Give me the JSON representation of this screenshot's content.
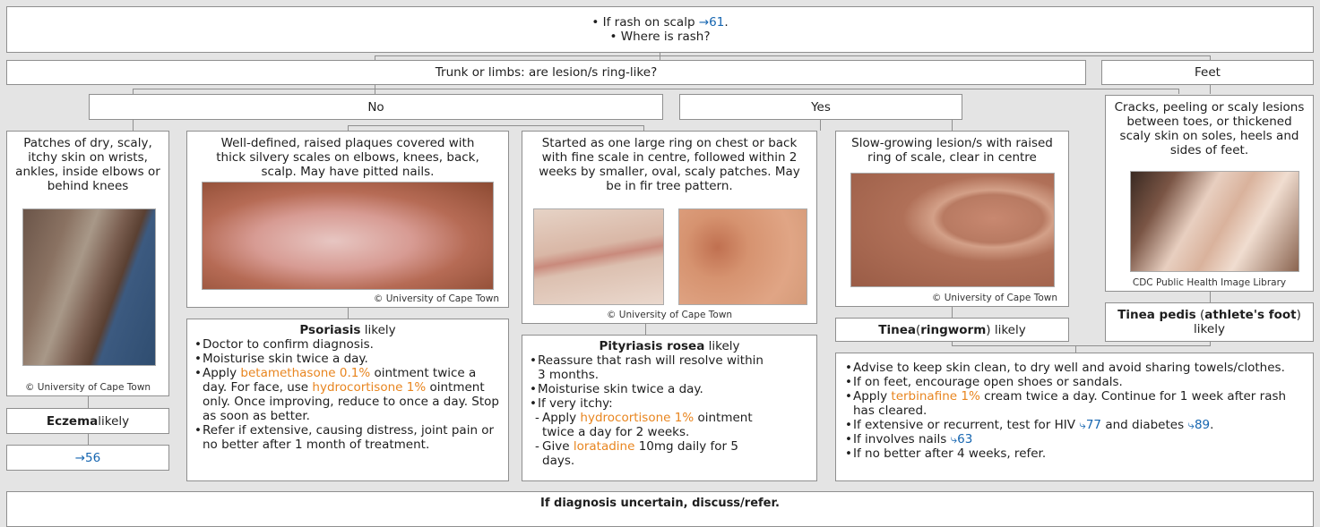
{
  "top": {
    "line1_prefix": "If rash on scalp ",
    "line1_ref": "→61",
    "line1_suffix": ".",
    "line2": "Where is rash?"
  },
  "trunk_question": "Trunk or limbs: are lesion/s ring-like?",
  "feet_label": "Feet",
  "no_label": "No",
  "yes_label": "Yes",
  "eczema": {
    "description": "Patches of dry, scaly, itchy skin on wrists, ankles, inside elbows or behind knees",
    "credit": "© University of Cape Town",
    "name": "Eczema",
    "likely": " likely",
    "ref": "→56"
  },
  "psoriasis": {
    "description": "Well-defined, raised plaques covered with thick silvery scales on elbows, knees, back, scalp. May have pitted nails.",
    "credit": "© University of Cape Town",
    "name": "Psoriasis",
    "likely": " likely",
    "b1": "Doctor to confirm diagnosis.",
    "b2": "Moisturise skin twice a day.",
    "b3_a": "Apply ",
    "b3_drug1": "betamethasone 0.1%",
    "b3_b": " ointment twice a day. For face, use ",
    "b3_drug2": "hydrocortisone 1%",
    "b3_c": " ointment only. Once improving, reduce to once a day. Stop as soon as better.",
    "b4": "Refer if extensive, causing distress, joint pain or no better after 1 month of treatment."
  },
  "pityriasis": {
    "description": "Started as one large ring on chest or back with fine scale in centre, followed within 2 weeks by smaller, oval, scaly patches. May be in fir tree pattern.",
    "credit": "© University of Cape Town",
    "name": "Pityriasis rosea",
    "likely": " likely",
    "b1": "Reassure that rash will resolve within 3 months.",
    "b2": "Moisturise skin twice a day.",
    "b3": "If very itchy:",
    "s1_a": "Apply ",
    "s1_drug": "hydrocortisone 1%",
    "s1_b": " ointment twice a day for 2 weeks.",
    "s2_a": "Give ",
    "s2_drug": "loratadine",
    "s2_b": " 10mg daily for 5 days."
  },
  "tinea": {
    "description": "Slow-growing lesion/s with raised ring of scale, clear in centre",
    "credit": "© University of Cape Town",
    "name": "Tinea",
    "paren_open": " (",
    "name2": "ringworm",
    "paren_close": ") likely"
  },
  "pedis": {
    "description": "Cracks, peeling or scaly lesions between toes, or thickened scaly skin on soles, heels and sides of feet.",
    "credit": "CDC Public Health Image Library",
    "name": "Tinea pedis",
    "paren_open": " (",
    "name2": "athlete's foot",
    "paren_close": ")",
    "likely": "likely"
  },
  "tinea_mgmt": {
    "b1": "Advise to keep skin clean, to dry well and avoid sharing towels/clothes.",
    "b2": "If on feet, encourage open shoes or sandals.",
    "b3_a": "Apply ",
    "b3_drug": "terbinafine 1%",
    "b3_b": " cream twice a day. Continue for 1 week after rash has cleared.",
    "b4_a": "If extensive or recurrent, test for HIV ",
    "b4_ref1": "⤷77",
    "b4_b": " and diabetes ",
    "b4_ref2": "⤷89",
    "b4_c": ".",
    "b5_a": "If involves nails ",
    "b5_ref": "⤷63",
    "b6": "If no better after 4 weeks, refer."
  },
  "bottom": "If diagnosis uncertain, discuss/refer.",
  "colors": {
    "drug": "#e8851f",
    "reference": "#1565b0",
    "border": "#8f8f8f",
    "background": "#e4e4e4"
  }
}
